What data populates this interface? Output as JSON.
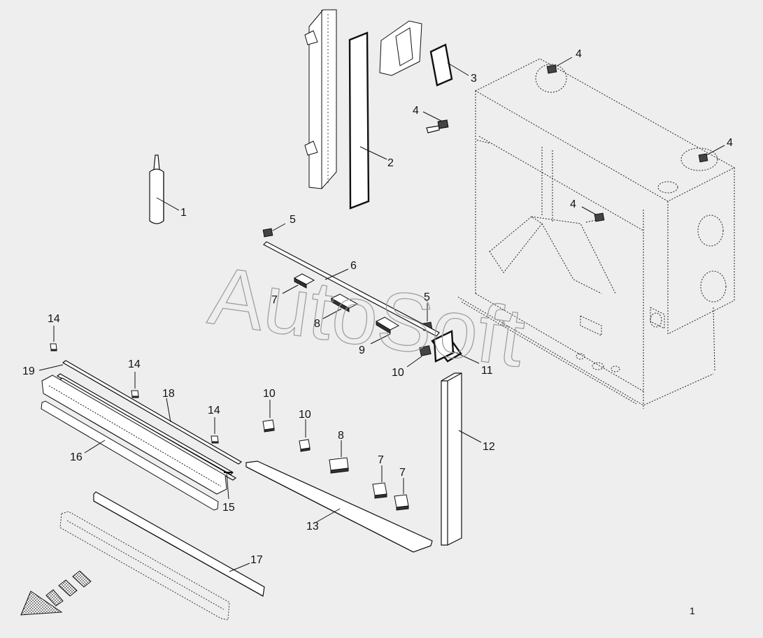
{
  "watermark": "AutoSoft",
  "page_number": "1",
  "callouts": {
    "c1": "1",
    "c2": "2",
    "c3": "3",
    "c4a": "4",
    "c4b": "4",
    "c4c": "4",
    "c4d": "4",
    "c5a": "5",
    "c5b": "5",
    "c6": "6",
    "c7a": "7",
    "c7b": "7",
    "c7c": "7",
    "c8a": "8",
    "c8b": "8",
    "c9": "9",
    "c10a": "10",
    "c10b": "10",
    "c10c": "10",
    "c11": "11",
    "c12": "12",
    "c13": "13",
    "c14a": "14",
    "c14b": "14",
    "c14c": "14",
    "c15": "15",
    "c16": "16",
    "c17": "17",
    "c18": "18",
    "c19": "19"
  },
  "icons": {
    "direction_arrow": "direction-arrow-icon"
  }
}
